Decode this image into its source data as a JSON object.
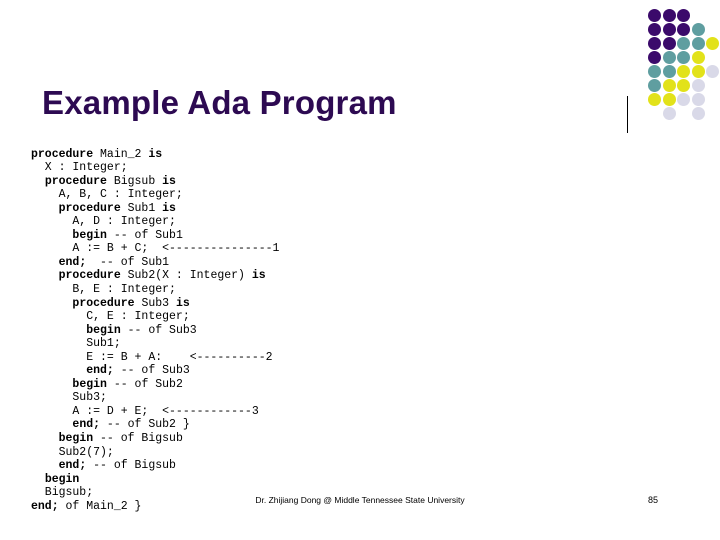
{
  "slide": {
    "title": "Example Ada Program",
    "title_color": "#2d0a52",
    "page_number": "85",
    "footer_credit": "Dr. Zhijiang Dong @ Middle Tennessee State University"
  },
  "decoration": {
    "name": "circle-grid-motif",
    "colors": {
      "purple": "#3b0a6b",
      "teal": "#5f9ea0",
      "yellow": "#e2e21a",
      "lavender": "#d9d9e8"
    },
    "columns": 5,
    "rows": 7,
    "cells": [
      [
        "purple",
        "purple",
        "purple",
        null,
        null
      ],
      [
        "purple",
        "purple",
        "purple",
        "teal",
        null
      ],
      [
        "purple",
        "purple",
        "teal",
        "teal",
        "yellow"
      ],
      [
        "purple",
        "teal",
        "teal",
        "yellow",
        null
      ],
      [
        "teal",
        "teal",
        "yellow",
        "yellow",
        "lavender"
      ],
      [
        "teal",
        "yellow",
        "yellow",
        "lavender",
        null
      ],
      [
        "yellow",
        "yellow",
        "lavender",
        "lavender",
        null
      ],
      [
        null,
        "lavender",
        null,
        "lavender",
        null
      ]
    ]
  },
  "code": {
    "language": "Ada",
    "lines": [
      [
        {
          "t": "procedure ",
          "b": true
        },
        {
          "t": "Main_2 ",
          "b": false
        },
        {
          "t": "is",
          "b": true
        }
      ],
      [
        {
          "t": "  X : Integer;",
          "b": false
        }
      ],
      [
        {
          "t": "  ",
          "b": false
        },
        {
          "t": "procedure ",
          "b": true
        },
        {
          "t": "Bigsub ",
          "b": false
        },
        {
          "t": "is",
          "b": true
        }
      ],
      [
        {
          "t": "    A, B, C : Integer;",
          "b": false
        }
      ],
      [
        {
          "t": "    ",
          "b": false
        },
        {
          "t": "procedure ",
          "b": true
        },
        {
          "t": "Sub1 ",
          "b": false
        },
        {
          "t": "is",
          "b": true
        }
      ],
      [
        {
          "t": "      A, D : Integer;",
          "b": false
        }
      ],
      [
        {
          "t": "      ",
          "b": false
        },
        {
          "t": "begin",
          "b": true
        },
        {
          "t": " -- of Sub1",
          "b": false
        }
      ],
      [
        {
          "t": "      A := B + C;  <---------------1",
          "b": false
        }
      ],
      [
        {
          "t": "    ",
          "b": false
        },
        {
          "t": "end;",
          "b": true
        },
        {
          "t": "  -- of Sub1",
          "b": false
        }
      ],
      [
        {
          "t": "    ",
          "b": false
        },
        {
          "t": "procedure ",
          "b": true
        },
        {
          "t": "Sub2(X : Integer) ",
          "b": false
        },
        {
          "t": "is",
          "b": true
        }
      ],
      [
        {
          "t": "      B, E : Integer;",
          "b": false
        }
      ],
      [
        {
          "t": "      ",
          "b": false
        },
        {
          "t": "procedure ",
          "b": true
        },
        {
          "t": "Sub3 ",
          "b": false
        },
        {
          "t": "is",
          "b": true
        }
      ],
      [
        {
          "t": "        C, E : Integer;",
          "b": false
        }
      ],
      [
        {
          "t": "        ",
          "b": false
        },
        {
          "t": "begin",
          "b": true
        },
        {
          "t": " -- of Sub3",
          "b": false
        }
      ],
      [
        {
          "t": "        Sub1;",
          "b": false
        }
      ],
      [
        {
          "t": "        E := B + A:    <----------2",
          "b": false
        }
      ],
      [
        {
          "t": "        ",
          "b": false
        },
        {
          "t": "end;",
          "b": true
        },
        {
          "t": " -- of Sub3",
          "b": false
        }
      ],
      [
        {
          "t": "      ",
          "b": false
        },
        {
          "t": "begin",
          "b": true
        },
        {
          "t": " -- of Sub2",
          "b": false
        }
      ],
      [
        {
          "t": "      Sub3;",
          "b": false
        }
      ],
      [
        {
          "t": "      A := D + E;  <------------3",
          "b": false
        }
      ],
      [
        {
          "t": "      ",
          "b": false
        },
        {
          "t": "end;",
          "b": true
        },
        {
          "t": " -- of Sub2 }",
          "b": false
        }
      ],
      [
        {
          "t": "    ",
          "b": false
        },
        {
          "t": "begin",
          "b": true
        },
        {
          "t": " -- of Bigsub",
          "b": false
        }
      ],
      [
        {
          "t": "    Sub2(7);",
          "b": false
        }
      ],
      [
        {
          "t": "    ",
          "b": false
        },
        {
          "t": "end;",
          "b": true
        },
        {
          "t": " -- of Bigsub",
          "b": false
        }
      ],
      [
        {
          "t": "  ",
          "b": false
        },
        {
          "t": "begin",
          "b": true
        }
      ],
      [
        {
          "t": "  Bigsub;",
          "b": false
        }
      ],
      [
        {
          "t": "",
          "b": false
        },
        {
          "t": "end;",
          "b": true
        },
        {
          "t": " of Main_2 }",
          "b": false
        }
      ]
    ]
  }
}
